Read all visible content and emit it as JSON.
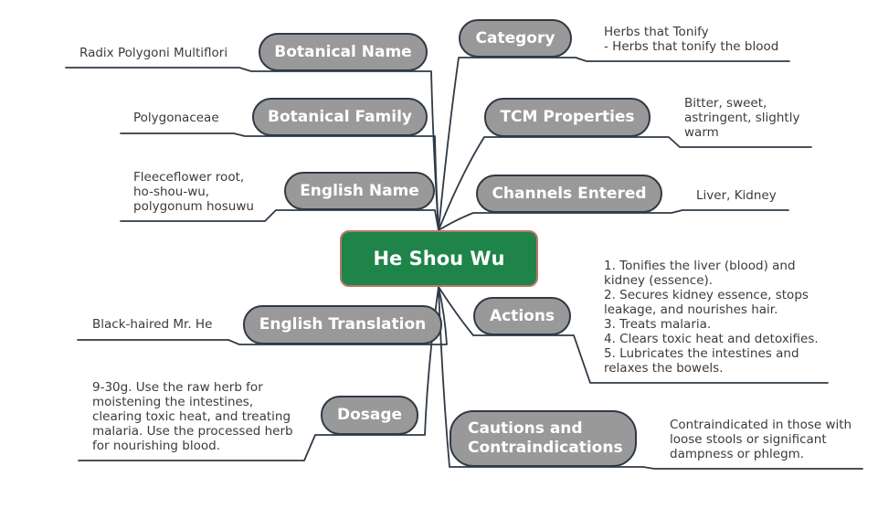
{
  "central": {
    "label": "He Shou Wu"
  },
  "branches": {
    "botanical_name": {
      "label": "Botanical Name",
      "note": "Radix Polygoni Multiflori"
    },
    "botanical_family": {
      "label": "Botanical Family",
      "note": "Polygonaceae"
    },
    "english_name": {
      "label": "English Name",
      "note": "Fleeceflower root,\nho-shou-wu,\npolygonum hosuwu"
    },
    "english_translation": {
      "label": "English Translation",
      "note": "Black-haired Mr. He"
    },
    "dosage": {
      "label": "Dosage",
      "note": "9-30g. Use the raw herb for\nmoistening the intestines,\nclearing toxic heat, and treating\nmalaria. Use the processed herb\nfor nourishing blood."
    },
    "category": {
      "label": "Category",
      "note": "Herbs that Tonify\n- Herbs that tonify the blood"
    },
    "tcm_properties": {
      "label": "TCM Properties",
      "note": "Bitter, sweet,\nastringent, slightly\nwarm"
    },
    "channels_entered": {
      "label": "Channels Entered",
      "note": "Liver, Kidney"
    },
    "actions": {
      "label": "Actions",
      "note": "1. Tonifies the liver (blood) and\nkidney (essence).\n2. Secures kidney essence, stops\nleakage, and nourishes hair.\n3. Treats malaria.\n4. Clears toxic heat and detoxifies.\n5. Lubricates the intestines and\nrelaxes the bowels."
    },
    "cautions": {
      "label": "Cautions and\nContraindications",
      "note": "Contraindicated in those with\nloose stools or significant\ndampness or phlegm."
    }
  },
  "colors": {
    "central_fill": "#1e8449",
    "central_border": "#b9776a",
    "node_fill": "#999999",
    "node_border": "#2f3a45",
    "connector": "#2f3a45",
    "note_text": "#3b3b3b"
  }
}
